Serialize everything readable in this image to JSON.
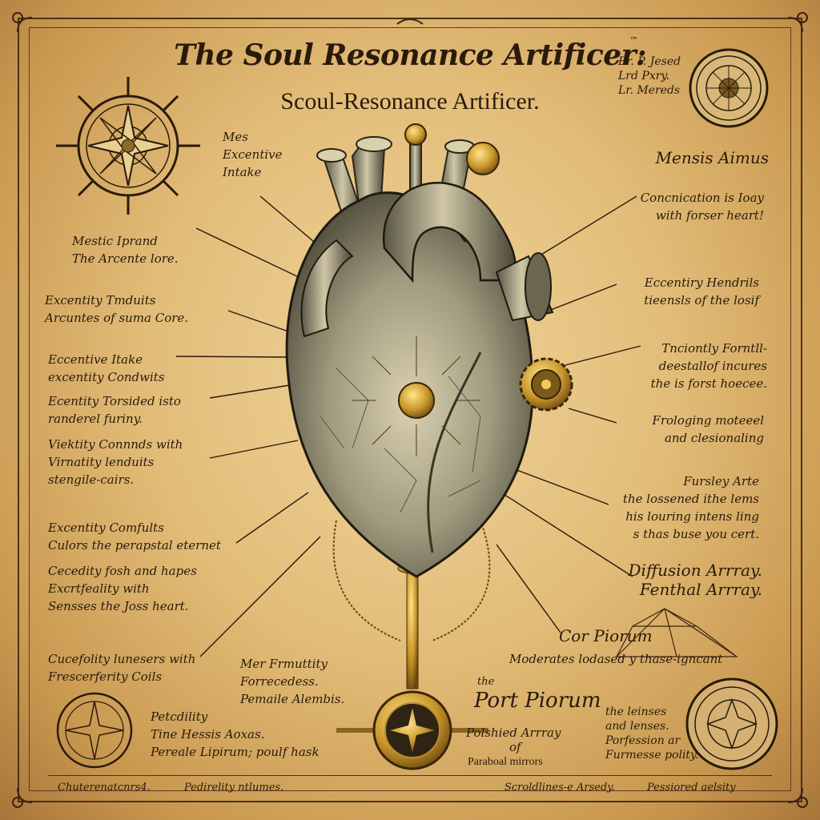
{
  "title": "The Soul Resonance Artificer:",
  "trademark": "™",
  "subtitle": "Scoul-Resonance Artificer.",
  "signature": [
    "Er. P. Jesed",
    "Lrd Pxry.",
    "Lr. Mereds"
  ],
  "top_left": [
    "Mes",
    "Excentive",
    "Intake"
  ],
  "left_labels": [
    [
      "Mestic Iprand",
      "The Arcente lore."
    ],
    [
      "Excentity Tmduits",
      "Arcuntes of suma Core."
    ],
    [
      "Eccentive Itake",
      "excentity Condwits"
    ],
    [
      "Ecentity Torsided isto",
      "randerel furiny."
    ],
    [
      "Viektity Connnds with",
      "Virnatity lenduits",
      "stengile-cairs."
    ],
    [
      "Excentity Comfults",
      "Culors the perapstal eternet"
    ],
    [
      "Cecedity fosh and hapes",
      "Excrtfeality with",
      "Sensses the Joss heart."
    ],
    [
      "Cucefolity lunesers with",
      "Frescerferity Coils"
    ]
  ],
  "right_labels": [
    [
      "Mensis Aimus"
    ],
    [
      "Concnication is Ioay",
      "with forser heart!"
    ],
    [
      "Eccentiry Hendrils",
      "tieensls of the losif"
    ],
    [
      "Tnciontly Forntll-",
      "deestallof incures",
      "the is forst hoecee."
    ],
    [
      "Frologing moteeel",
      "and clesionaling"
    ],
    [
      "Fursley Arte",
      "the lossened ithe lems",
      "his louring intens ling",
      "s thas buse you cert."
    ],
    [
      "Diffusion Arrray.",
      "Fenthal Arrray."
    ]
  ],
  "center_bottom_left": [
    "Mer Frmuttity",
    "Forrecedess.",
    "Pemaile Alembis."
  ],
  "bottom_left_small": [
    "Petcdility",
    "Tine Hessis Aoxas.",
    "Pereale Lipirum; poulf hask"
  ],
  "cor_piorum": "Cor Piorum",
  "moderates": "Moderates lodased y thase-igncant",
  "port_piorum": [
    "the",
    "Port Piorum",
    "Polshied Arrray",
    "of"
  ],
  "parabolic": "Paraboal mirrors",
  "bottom_right_small": [
    "the leinses",
    "and lenses.",
    "Porfession ar",
    "Furmesse polity."
  ],
  "footer": [
    "Chuterenatcnrs4.",
    "Pedirelity ntlumes.",
    "Scroldlines-e Arsedy.",
    "Pessiored aelsity"
  ],
  "colors": {
    "ink": "#2a1a0c",
    "parchment": "#e2bd79",
    "brass": "#c9962a",
    "steel": "#8c8a78"
  }
}
